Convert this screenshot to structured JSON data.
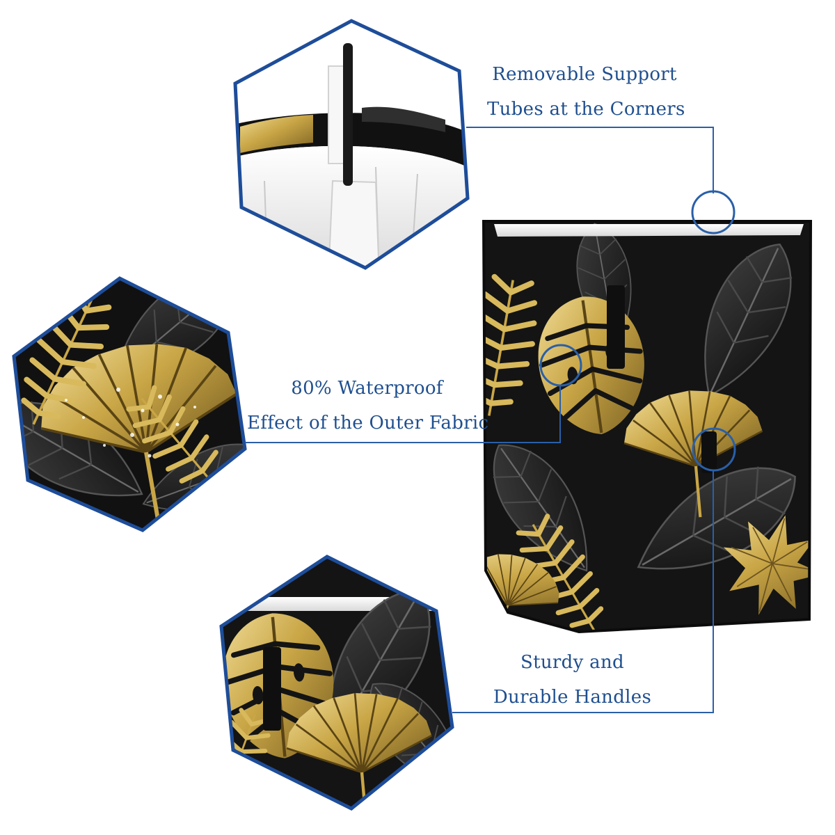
{
  "callouts": {
    "support_tubes": {
      "line1": "Removable Support",
      "line2": "Tubes at the Corners"
    },
    "waterproof": {
      "line1": "80% Waterproof",
      "line2": "Effect of the Outer Fabric"
    },
    "handles": {
      "line1": "Sturdy and",
      "line2": "Durable Handles"
    }
  },
  "colors": {
    "accent_blue": "#1f4f8f",
    "callout_line": "#2a5fa8",
    "gold": "#c9a646",
    "gold_light": "#e3c877",
    "black_fabric": "#141414",
    "dark_leaf": "#2b2b2b",
    "liner_white": "#f2f2f2"
  }
}
